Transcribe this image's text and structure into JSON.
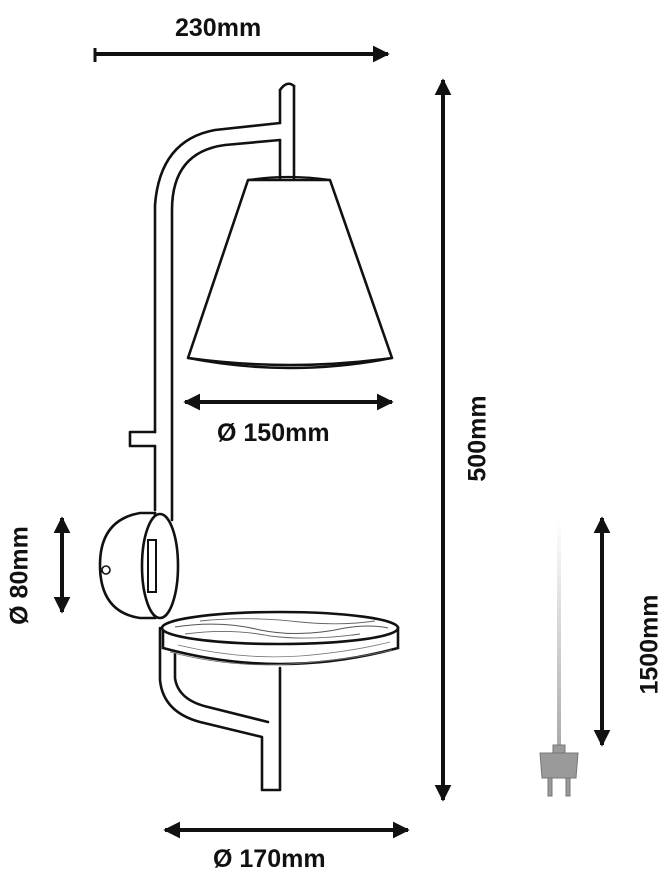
{
  "dimensions": {
    "width": "230mm",
    "shade_diameter": "Ø 150mm",
    "height": "500mm",
    "base_diameter": "Ø 80mm",
    "cable_length": "1500mm",
    "shelf_diameter": "Ø 170mm"
  },
  "colors": {
    "line": "#111111",
    "plug": "#9a9a9a",
    "cable": "#b8b8b8"
  }
}
